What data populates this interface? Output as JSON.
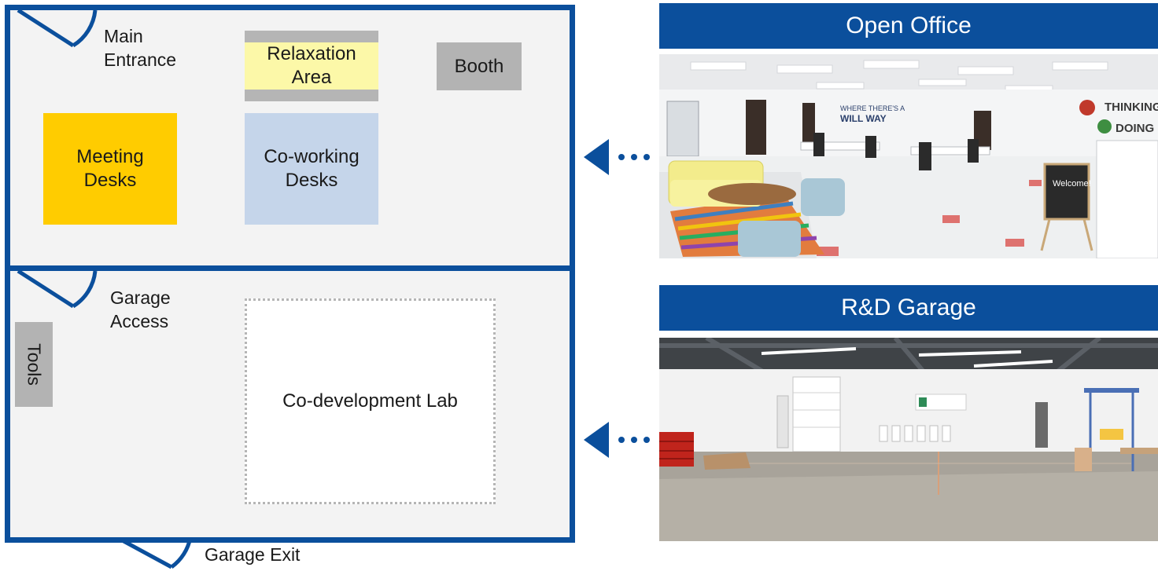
{
  "plan": {
    "main_entrance": "Main\nEntrance",
    "relaxation_area": "Relaxation\nArea",
    "booth": "Booth",
    "meeting_desks": "Meeting\nDesks",
    "coworking_desks": "Co-working\nDesks",
    "garage_access": "Garage\nAccess",
    "tools": "Tools",
    "codev_lab": "Co-development Lab",
    "garage_exit": "Garage Exit"
  },
  "photos": {
    "open_office_title": "Open Office",
    "rd_garage_title": "R&D Garage"
  },
  "colors": {
    "frame_blue": "#0b4f9c",
    "meeting_yellow": "#ffcc00",
    "coworking_blue": "#c5d5ea",
    "relax_yellow": "#fcf8a8",
    "booth_grey": "#b3b3b3",
    "floor_grey": "#f3f3f3"
  }
}
